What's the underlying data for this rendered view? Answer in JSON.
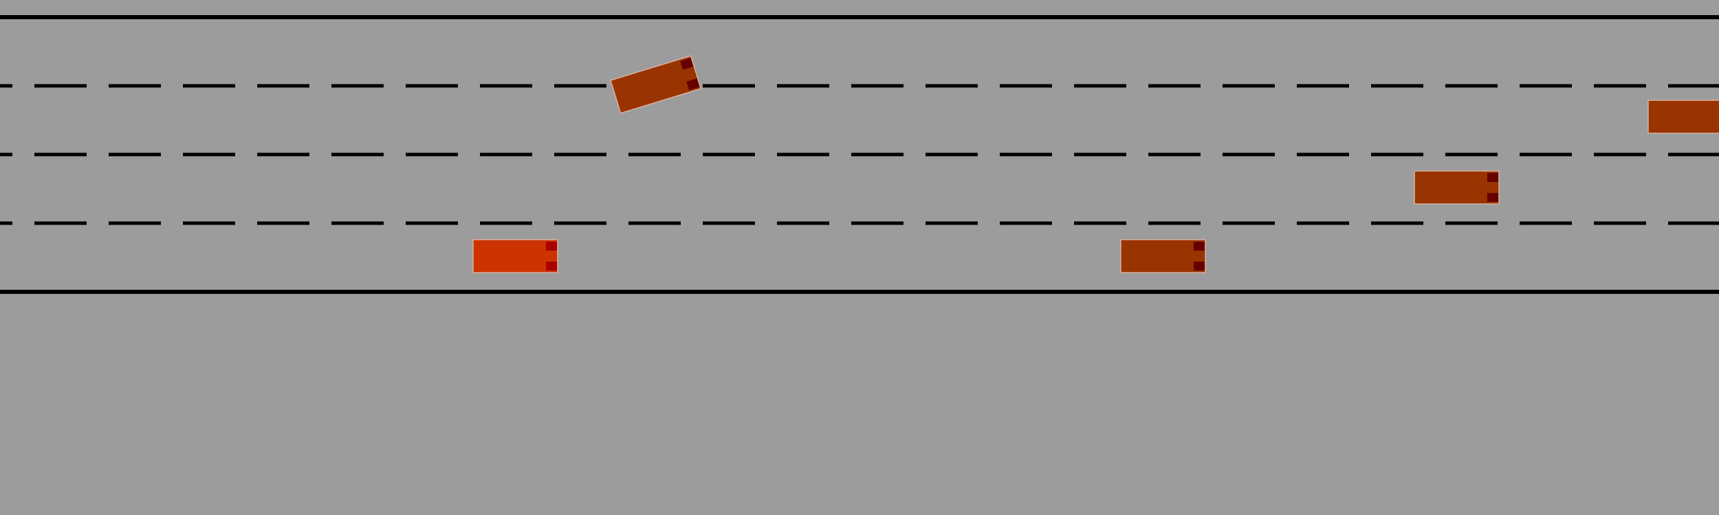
{
  "scene": {
    "type": "highway-driving-simulation",
    "lane_count": 4,
    "colors": {
      "background": "#9c9c9c",
      "road_marking": "#000000",
      "ego_vehicle": "#cc3300",
      "ego_taillight": "#aa0000",
      "other_vehicle": "#993300",
      "other_taillight": "#660000",
      "vehicle_outline": "#d8b0a0"
    },
    "vehicles": [
      {
        "role": "ego",
        "lane": 3,
        "heading": "straight"
      },
      {
        "role": "other",
        "lane": 0,
        "heading": "changing-lane-up"
      },
      {
        "role": "other",
        "lane": 1,
        "heading": "straight"
      },
      {
        "role": "other",
        "lane": 2,
        "heading": "straight"
      },
      {
        "role": "other",
        "lane": 3,
        "heading": "straight"
      }
    ]
  }
}
